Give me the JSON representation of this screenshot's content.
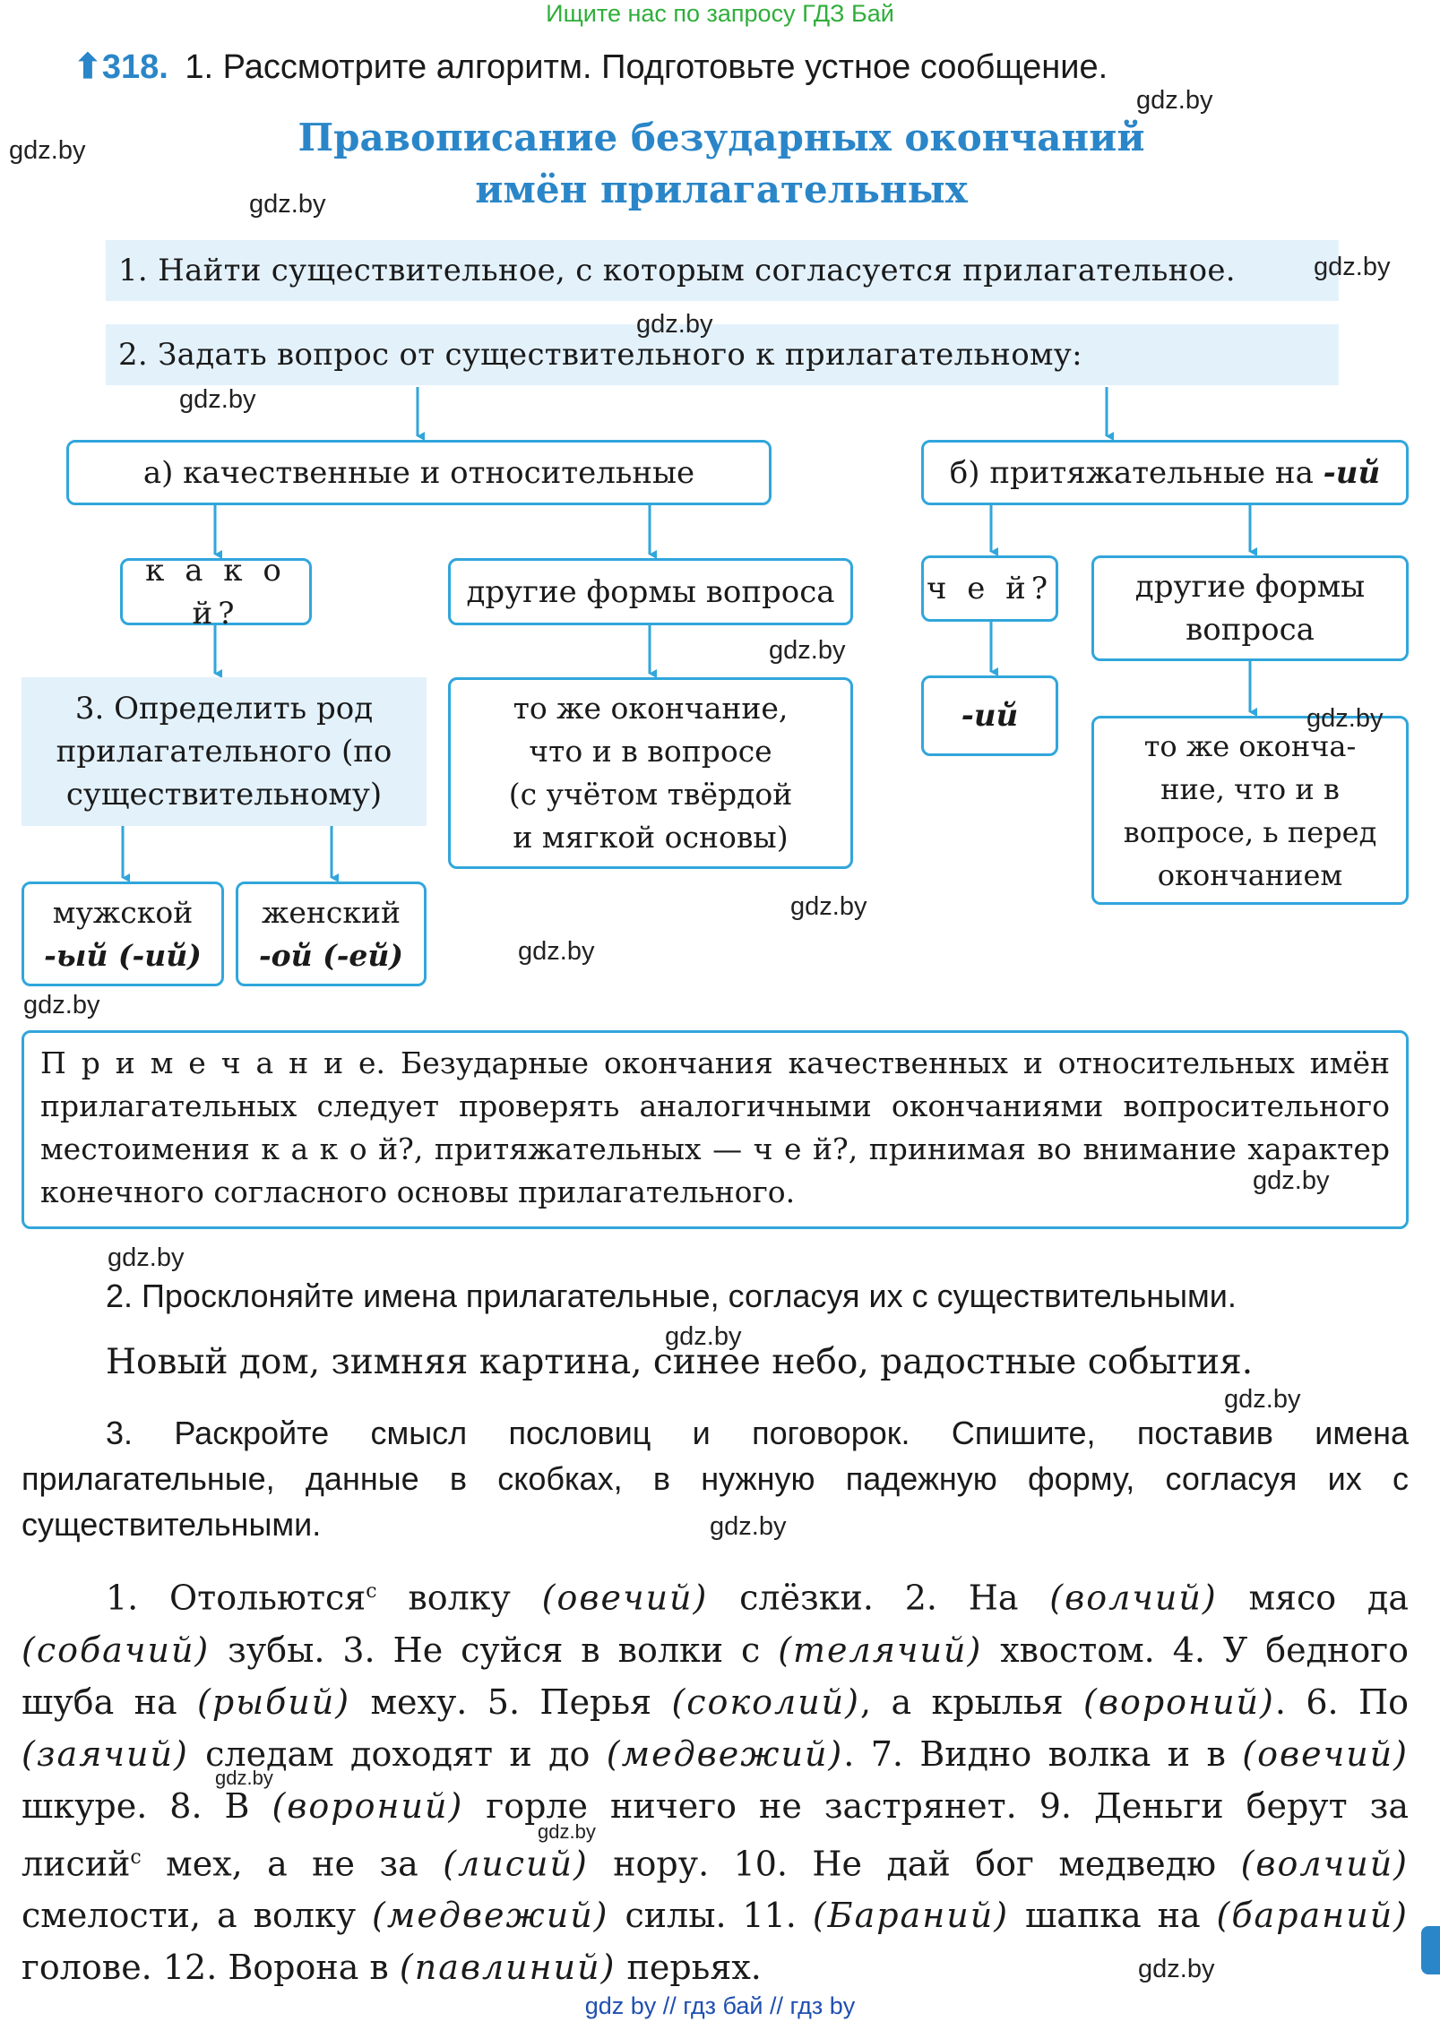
{
  "top_banner": "Ищите нас по запросу ГДЗ Бай",
  "exercise": {
    "number": "318.",
    "intro": "1. Рассмотрите алгоритм. Подготовьте устное сообщение."
  },
  "title": {
    "line1": "Правописание безударных окончаний",
    "line2": "имён прилагательных"
  },
  "steps": {
    "step1": "1. Найти существительное, с которым согласуется прилагательное.",
    "step2": "2. Задать вопрос от существительного к прилагательному:",
    "step3_lines": [
      "3. Определить род",
      "прилагательного (по",
      "существительному)"
    ]
  },
  "branches": {
    "a_label": "а) качественные и относительные",
    "b_label_prefix": "б) притяжательные на ",
    "b_label_suffix": "-ий",
    "kakoy": "к а к о й?",
    "other_forms_a": "другие формы вопроса",
    "same_ending_a": [
      "то же окончание,",
      "что и в вопросе",
      "(с учётом твёрдой",
      "и мягкой основы)"
    ],
    "chey": "ч е й?",
    "other_forms_b": [
      "другие формы",
      "вопроса"
    ],
    "ending_iy": "-ий",
    "same_ending_b": [
      "то же оконча-",
      "ние, что и в",
      "вопросе, ь перед",
      "окончанием"
    ],
    "masc_label": "мужской",
    "masc_endings": "-ый (-ий)",
    "fem_label": "женский",
    "fem_endings": "-ой (-ей)"
  },
  "note": {
    "heading": "П р и м е ч а н и е.",
    "text": "Безударные окончания качественных и относительных имён прилагательных следует проверять аналогичными окончаниями вопросительного местоимения к а к о й?, притяжательных — ч е й?, принимая во внимание характер конечного согласного основы прилагательного."
  },
  "task2": {
    "instruction": "2. Просклоняйте имена прилагательные, согласуя их с существительными.",
    "phrase": "Новый дом, зимняя картина, синее небо, радостные события."
  },
  "task3": {
    "instruction": "3. Раскройте смысл пословиц и поговорок. Спишите, поставив имена прилагательные, данные в скобках, в нужную падежную форму, согласуя их с существительными."
  },
  "proverbs": [
    {
      "t": "1. Отольются"
    },
    {
      "t": "с",
      "sup": true
    },
    {
      "t": " волку "
    },
    {
      "t": "(овечий)",
      "i": true
    },
    {
      "t": " слёзки. 2. На "
    },
    {
      "t": "(волчий)",
      "i": true
    },
    {
      "t": " мясо да "
    },
    {
      "t": "(собачий)",
      "i": true
    },
    {
      "t": " зубы. 3. Не суйся в волки с "
    },
    {
      "t": "(телячий)",
      "i": true
    },
    {
      "t": " хвостом. 4. У бедного шуба на "
    },
    {
      "t": "(рыбий)",
      "i": true
    },
    {
      "t": " меху. 5. Перья "
    },
    {
      "t": "(соколий)",
      "i": true
    },
    {
      "t": ", а крылья "
    },
    {
      "t": "(вороний)",
      "i": true
    },
    {
      "t": ". 6. По "
    },
    {
      "t": "(заячий)",
      "i": true
    },
    {
      "t": " следам доходят и до "
    },
    {
      "t": "(медвежий)",
      "i": true
    },
    {
      "t": ". 7. Видно волка и в "
    },
    {
      "t": "(овечий)",
      "i": true
    },
    {
      "t": " шкуре. 8. В "
    },
    {
      "t": "(вороний)",
      "i": true
    },
    {
      "t": " горле ничего не застрянет. 9. Деньги берут за лисий"
    },
    {
      "t": "с",
      "sup": true
    },
    {
      "t": " мех, а не за "
    },
    {
      "t": "(лисий)",
      "i": true
    },
    {
      "t": " нору. 10. Не дай бог медведю "
    },
    {
      "t": "(волчий)",
      "i": true
    },
    {
      "t": " смелости, а волку "
    },
    {
      "t": "(медвежий)",
      "i": true
    },
    {
      "t": " силы. 11. "
    },
    {
      "t": "(Бараний)",
      "i": true
    },
    {
      "t": " шапка на "
    },
    {
      "t": "(бараний)",
      "i": true
    },
    {
      "t": " голове. 12. Ворона в "
    },
    {
      "t": "(павлиний)",
      "i": true
    },
    {
      "t": " перьях."
    }
  ],
  "watermark": "gdz.by",
  "bottom_banner": "gdz by  //  гдз бай  //  гдз by",
  "colors": {
    "accent": "#31a6db",
    "title": "#2a86c8",
    "step_bg": "#e3f1fb",
    "top_banner": "#2fae3a",
    "bottom_banner": "#1f4fb0"
  }
}
